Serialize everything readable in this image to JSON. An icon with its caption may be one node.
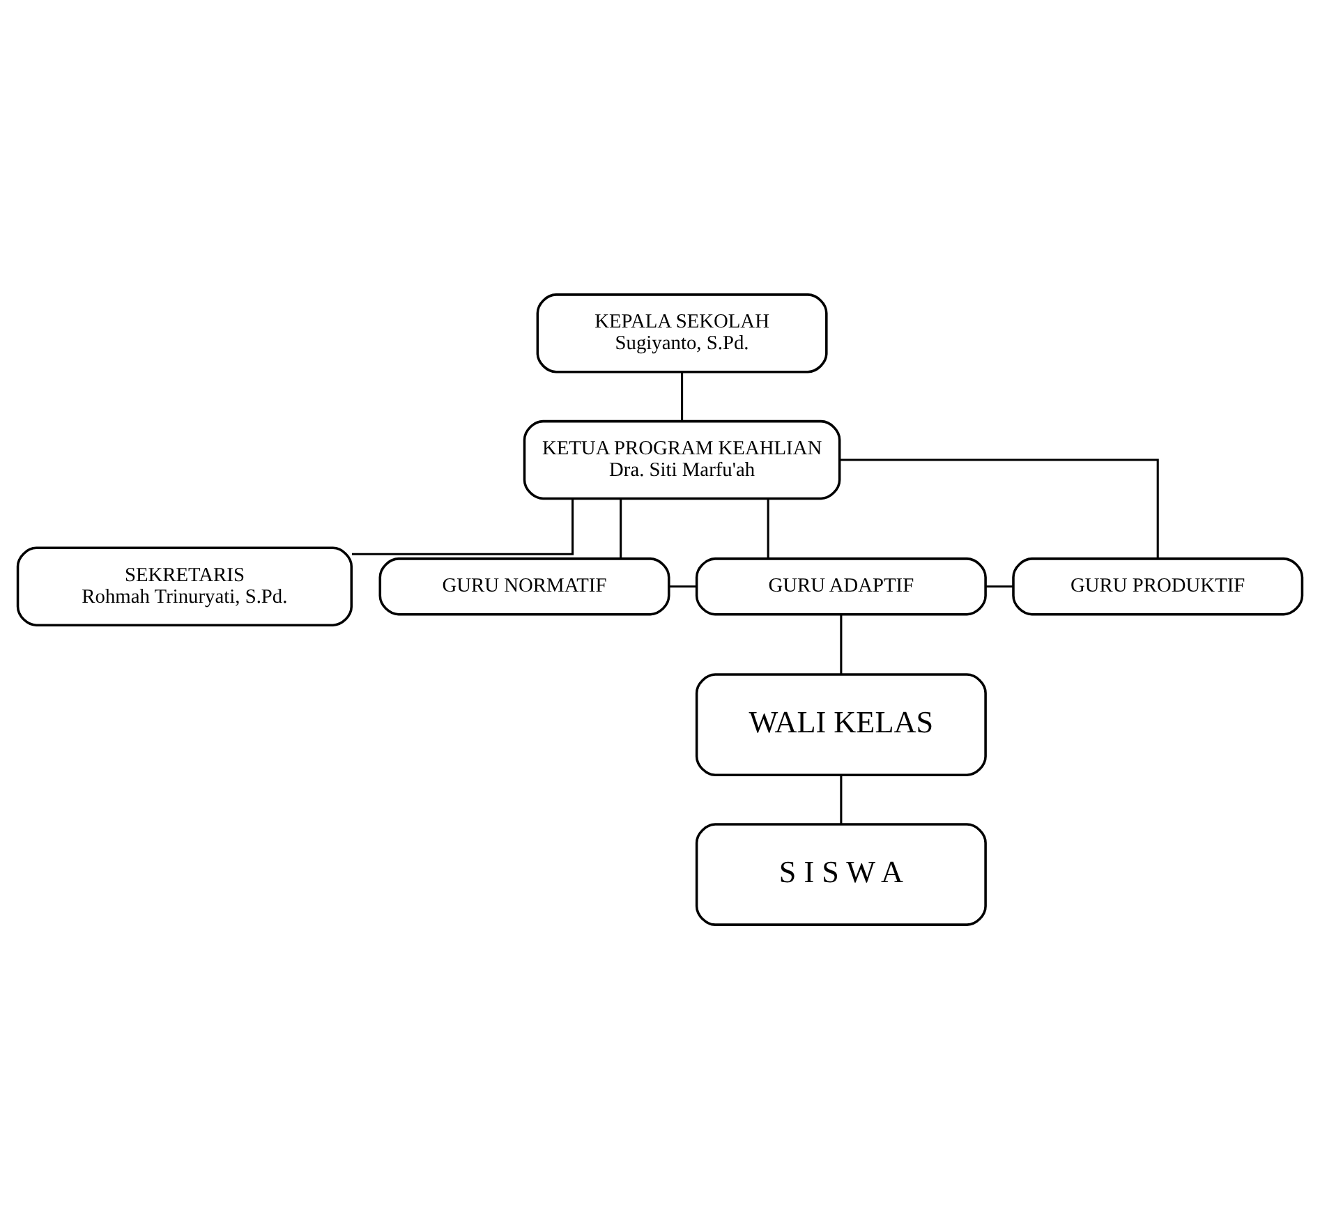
{
  "diagram": {
    "nodes": [
      {
        "text": [
          "KEPALA SEKOLAH",
          "Sugiyanto, S.Pd."
        ]
      },
      {
        "text": [
          "KETUA PROGRAM KEAHLIAN",
          "Dra. Siti Marfu'ah"
        ]
      },
      {
        "text": [
          "SEKRETARIS",
          "Rohmah Trinuryati, S.Pd."
        ]
      },
      {
        "text": [
          "GURU NORMATIF"
        ]
      },
      {
        "text": [
          "GURU ADAPTIF"
        ]
      },
      {
        "text": [
          "GURU PRODUKTIF"
        ]
      },
      {
        "text": [
          "WALI KELAS"
        ]
      },
      {
        "text": [
          "S I S W A"
        ]
      }
    ],
    "edges": [
      {
        "from": 0,
        "to": 1,
        "arrow": "none"
      },
      {
        "from": 1,
        "to": 2,
        "arrow": "none"
      },
      {
        "from": 1,
        "to": 3,
        "arrow": "none"
      },
      {
        "from": 1,
        "to": 4,
        "arrow": "none"
      },
      {
        "from": 1,
        "to": 5,
        "arrow": "none"
      },
      {
        "from": 3,
        "to": 4,
        "arrow": "none"
      },
      {
        "from": 4,
        "to": 5,
        "arrow": "none"
      },
      {
        "from": 4,
        "to": 6,
        "arrow": "none"
      },
      {
        "from": 6,
        "to": 7,
        "arrow": "none"
      }
    ]
  }
}
